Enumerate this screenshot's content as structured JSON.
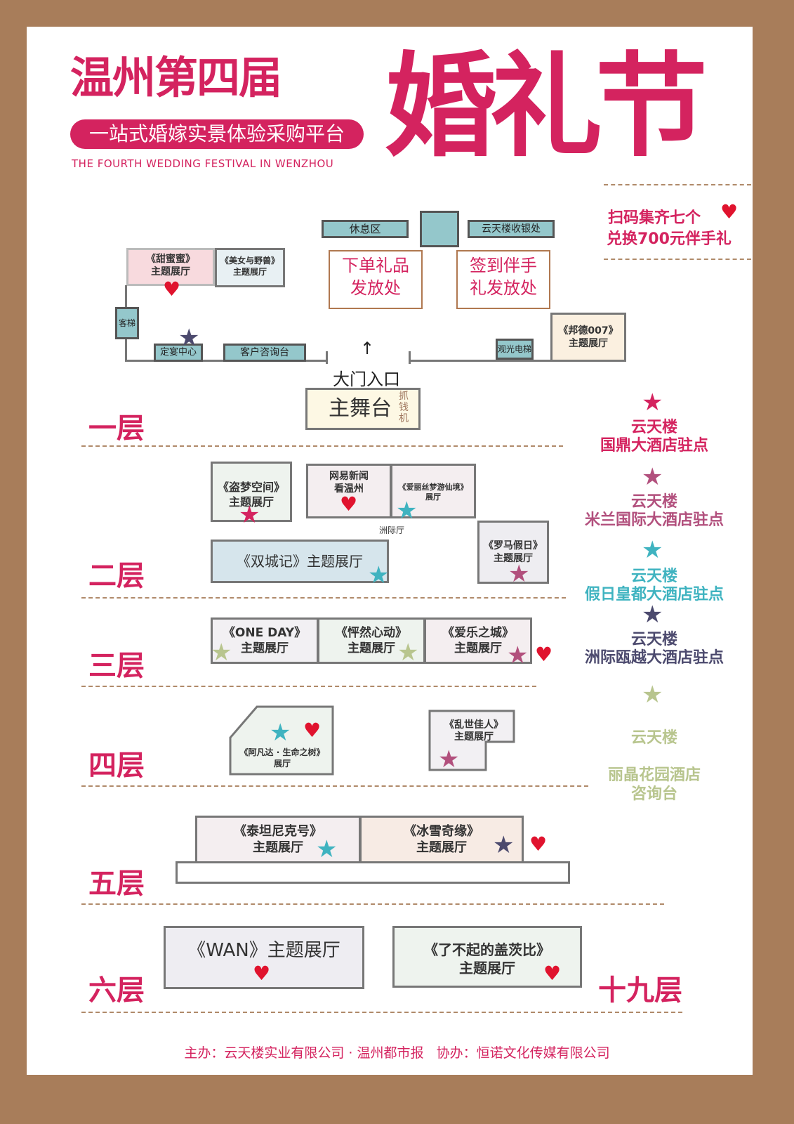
{
  "header": {
    "title": "温州第四届",
    "title_big": "婚礼节",
    "slogan": "一站式婚嫁实景体验采购平台",
    "subtitle_en": "THE FOURTH WEDDING FESTIVAL IN WENZHOU"
  },
  "promo": {
    "line1": "扫码集齐七个",
    "line2": "兑换700元伴手礼"
  },
  "floor1": {
    "label": "一层",
    "rest_area": "休息区",
    "cashier": "云天楼收银处",
    "order_gift": "下单礼品\n发放处",
    "sign_gift": "签到伴手\n礼发放处",
    "honey_hall": "《甜蜜蜜》\n主题展厅",
    "beauty_hall": "《美女与野兽》\n主题展厅",
    "elevator": "客梯",
    "banquet": "定宴中心",
    "consult": "客户咨询台",
    "gate_arrow": "↑",
    "gate": "大门入口",
    "sightseeing": "观光电梯",
    "bond_hall": "《邦德007》\n主题展厅",
    "stage": "主舞台",
    "grab_machine": "抓\n钱\n机"
  },
  "floor2": {
    "label": "二层",
    "dream_hall": "《盗梦空间》\n主题展厅",
    "netease": "网易新闻\n看温州",
    "alice_hall": "《爱丽丝梦游仙境》\n展厅",
    "zhouji": "洲际厅",
    "rome_hall": "《罗马假日》\n主题展厅",
    "two_cities": "《双城记》主题展厅"
  },
  "floor3": {
    "label": "三层",
    "oneday": "《ONE DAY》\n主题展厅",
    "heart_hall": "《怦然心动》\n主题展厅",
    "love_city": "《爱乐之城》\n主题展厅"
  },
  "floor4": {
    "label": "四层",
    "avatar": "《阿凡达 · 生命之树》\n展厅",
    "gone_wind": "《乱世佳人》\n主题展厅"
  },
  "floor5": {
    "label": "五层",
    "titanic": "《泰坦尼克号》\n主题展厅",
    "frozen": "《冰雪奇缘》\n主题展厅"
  },
  "floor6": {
    "label": "六层",
    "wan": "《WAN》主题展厅",
    "gatsby": "《了不起的盖茨比》\n主题展厅",
    "floor19": "十九层"
  },
  "legend": [
    {
      "line1": "云天楼",
      "line2": "国鼎大酒店驻点",
      "color": "#d4235f"
    },
    {
      "line1": "云天楼",
      "line2": "米兰国际大酒店驻点",
      "color": "#b2507d"
    },
    {
      "line1": "云天楼",
      "line2": "假日皇都大酒店驻点",
      "color": "#3fb3c0"
    },
    {
      "line1": "云天楼",
      "line2": "洲际瓯越大酒店驻点",
      "color": "#4c4a6e"
    },
    {
      "line1": "云天楼",
      "line2": "丽晶花园酒店\n咨询台",
      "color": "#b8c58e"
    }
  ],
  "footer": "主办：云天楼实业有限公司 · 温州都市报   协办：恒诺文化传媒有限公司",
  "symbols": {
    "star": "★",
    "heart": "♥"
  }
}
